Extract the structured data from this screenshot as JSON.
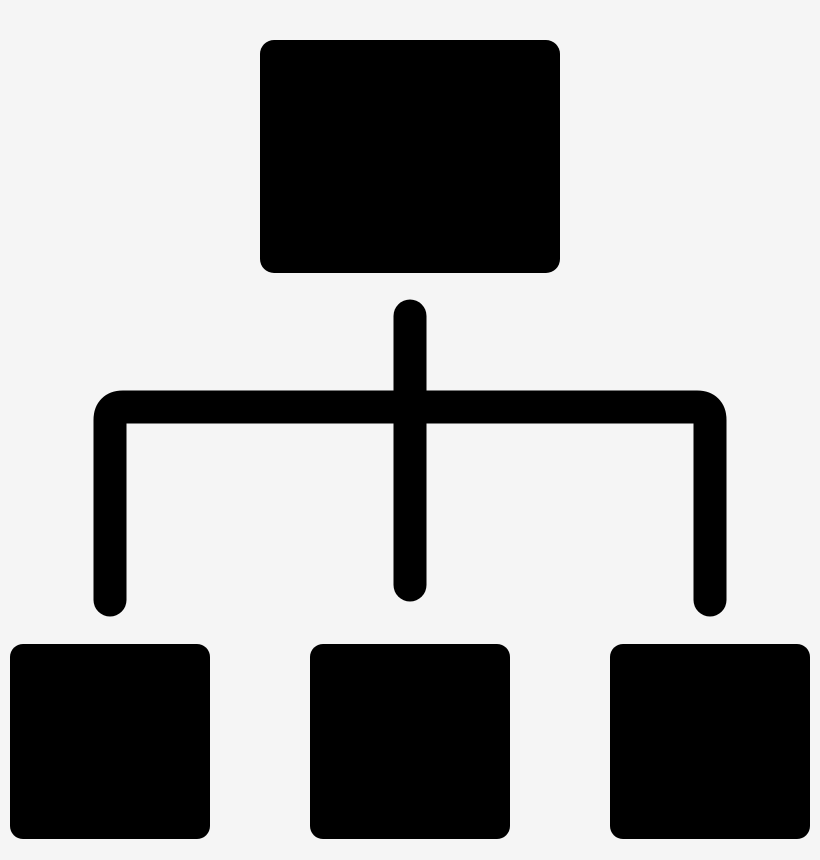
{
  "icon": {
    "name": "sitemap-icon",
    "description_visible_text": "",
    "colors": {
      "background": "#f5f5f5",
      "foreground": "#000000"
    },
    "structure": {
      "parent_nodes": 1,
      "child_nodes": 3,
      "connector": "hierarchy-tree-connector"
    }
  }
}
